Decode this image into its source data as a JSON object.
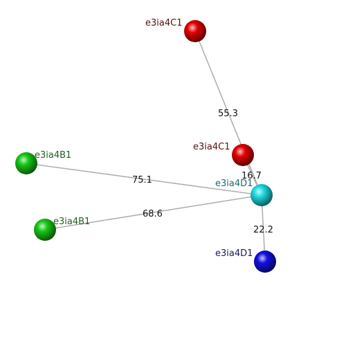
{
  "nodes": [
    {
      "id": "n1",
      "label": "e3ia4C1",
      "color": "#e00000",
      "label_color": "#5a1010"
    },
    {
      "id": "n2",
      "label": "e3ia4C1",
      "color": "#e00000",
      "label_color": "#5a1010"
    },
    {
      "id": "n3",
      "label": "e3ia4B1",
      "color": "#16c716",
      "label_color": "#1f5f1f"
    },
    {
      "id": "n4",
      "label": "e3ia4B1",
      "color": "#16c716",
      "label_color": "#1f5f1f"
    },
    {
      "id": "n5",
      "label": "e3ia4D1",
      "color": "#1ed9e0",
      "label_color": "#1a6a70"
    },
    {
      "id": "n6",
      "label": "e3ia4D1",
      "color": "#1010e0",
      "label_color": "#1a1a5a"
    }
  ],
  "edges": [
    {
      "from": "n1",
      "to": "n5",
      "label": "55.3"
    },
    {
      "from": "n2",
      "to": "n5",
      "label": "16.7"
    },
    {
      "from": "n3",
      "to": "n5",
      "label": "75.1"
    },
    {
      "from": "n4",
      "to": "n5",
      "label": "68.6"
    },
    {
      "from": "n5",
      "to": "n6",
      "label": "22.2"
    }
  ]
}
